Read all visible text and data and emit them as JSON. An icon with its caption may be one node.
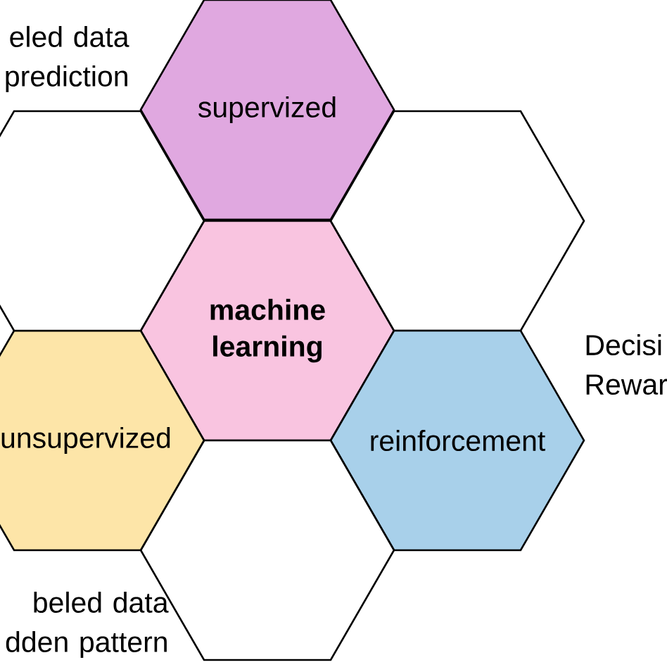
{
  "diagram": {
    "nodes": [
      {
        "text": [
          "machine learning"
        ]
      },
      {
        "text": [
          "supervized"
        ]
      },
      {
        "text": [],
        "shape": "hexagon"
      },
      {
        "text": [
          "reinforcement"
        ]
      },
      {
        "text": [],
        "shape": "hexagon"
      },
      {
        "text": [
          "unsupervized"
        ]
      },
      {
        "text": [],
        "shape": "hexagon"
      }
    ],
    "labels": [
      "eled data prediction",
      "Decisi Rewar",
      "beled data dden pattern"
    ]
  }
}
